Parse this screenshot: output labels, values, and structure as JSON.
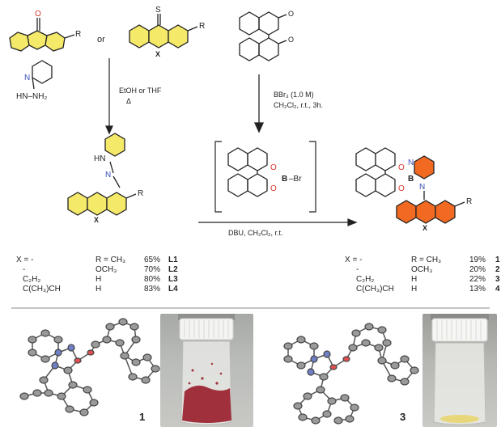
{
  "reagents": {
    "or_text": "or",
    "step1": "EtOH or THF",
    "step1_heat": "Δ",
    "step2_a": "BBr₃ (1.0 M)",
    "step2_b": "CH₂Cl₂, r.t., 3h.",
    "step3": "DBU, CH₂Cl₂, r.t."
  },
  "atoms": {
    "O": "O",
    "S": "S",
    "R": "R",
    "X": "X",
    "N": "N",
    "HN": "HN",
    "HN_NH2": "HN–NH₂",
    "B": "B",
    "Br": "–Br",
    "OMe": "O"
  },
  "ligand_table": {
    "x_header": "X = -",
    "r_header": "R = CH₃",
    "rows": [
      {
        "x": "X = -",
        "r": "R = CH₃",
        "yield": "65%",
        "label": "L1"
      },
      {
        "x": "-",
        "r": "OCH₃",
        "yield": "70%",
        "label": "L2"
      },
      {
        "x": "C₂H₂",
        "r": "H",
        "yield": "80%",
        "label": "L3"
      },
      {
        "x": "C(CH₃)CH",
        "r": "H",
        "yield": "83%",
        "label": "L4"
      }
    ]
  },
  "product_table": {
    "rows": [
      {
        "x": "X = -",
        "r": "R = CH₃",
        "yield": "19%",
        "label": "1"
      },
      {
        "x": "-",
        "r": "OCH₃",
        "yield": "20%",
        "label": "2"
      },
      {
        "x": "C₂H₂",
        "r": "H",
        "yield": "22%",
        "label": "3"
      },
      {
        "x": "C(CH₃)CH",
        "r": "H",
        "yield": "13%",
        "label": "4"
      }
    ]
  },
  "crystal_labels": {
    "first": "1",
    "second": "3"
  },
  "colors": {
    "yellow_ring": "#f5e96a",
    "orange_ring": "#f26a22",
    "oxygen_red": "#d8332a",
    "boron_blue": "#3a4fb8",
    "red_powder": "#a0303c",
    "yellow_powder": "#e8d77a"
  }
}
